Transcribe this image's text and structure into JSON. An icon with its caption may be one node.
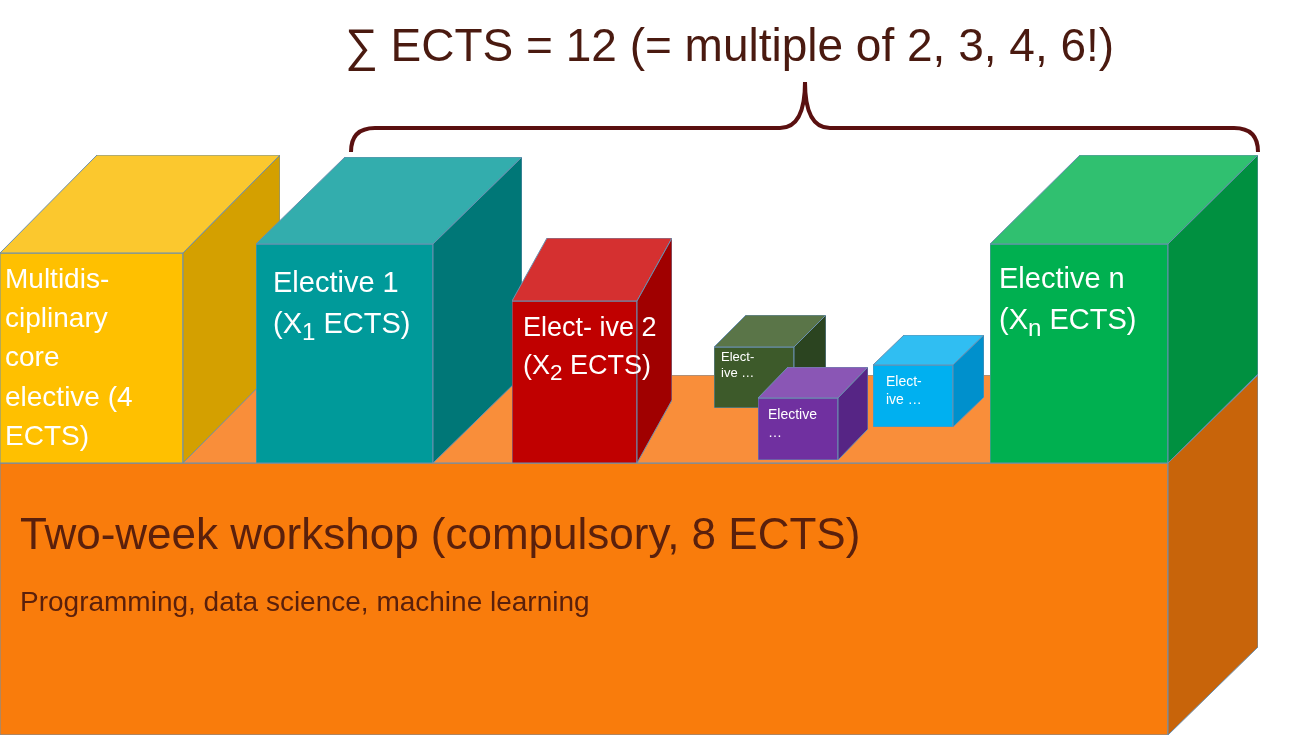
{
  "diagram": {
    "nodes": [
      {
        "text": [
          "Multidis- ciplinary core elective (4 ECTS)"
        ]
      },
      {
        "text": [
          "Elective 1 (X$_{1}$ ECTS)"
        ]
      },
      {
        "text": [
          "Elect- ive 2 (X$_{2}$ ECTS)"
        ]
      },
      {
        "text": [
          "Elect- ive …"
        ]
      },
      {
        "text": [
          "Elective …"
        ]
      },
      {
        "text": [
          "Elect- ive …"
        ]
      },
      {
        "text": [
          "Elective n (X$_{n}$ ECTS)"
        ]
      },
      {
        "text": [
          "Two-week workshop (compulsory, 8 ECTS)",
          "Programming, data science, machine learning"
        ]
      }
    ],
    "edges": [],
    "labels": [
      "∑ ECTS = 12 (= multiple of 2, 3, 4, 6!)"
    ]
  }
}
